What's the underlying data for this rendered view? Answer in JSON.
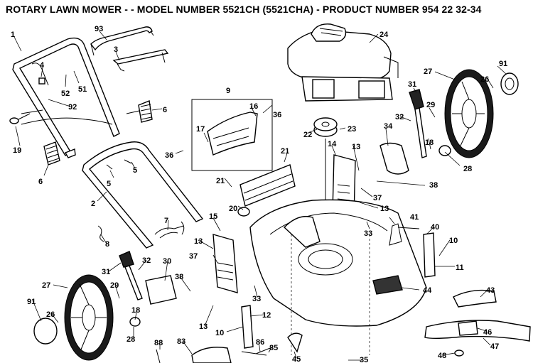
{
  "title": "ROTARY LAWN MOWER - - MODEL NUMBER 5521CH (5521CHA) - PRODUCT NUMBER 954 22 32-34",
  "callouts": [
    {
      "id": "c1",
      "text": "1"
    },
    {
      "id": "c93",
      "text": "93"
    },
    {
      "id": "c3",
      "text": "3"
    },
    {
      "id": "c4",
      "text": "4"
    },
    {
      "id": "c52",
      "text": "52"
    },
    {
      "id": "c51",
      "text": "51"
    },
    {
      "id": "c92",
      "text": "92"
    },
    {
      "id": "c6a",
      "text": "6"
    },
    {
      "id": "c19",
      "text": "19"
    },
    {
      "id": "c6b",
      "text": "6"
    },
    {
      "id": "c24",
      "text": "24"
    },
    {
      "id": "c91a",
      "text": "91"
    },
    {
      "id": "c27a",
      "text": "27"
    },
    {
      "id": "c26a",
      "text": "26"
    },
    {
      "id": "c9",
      "text": "9"
    },
    {
      "id": "c16",
      "text": "16"
    },
    {
      "id": "c36a",
      "text": "36"
    },
    {
      "id": "c17",
      "text": "17"
    },
    {
      "id": "c36b",
      "text": "36"
    },
    {
      "id": "c31a",
      "text": "31"
    },
    {
      "id": "c32a",
      "text": "32"
    },
    {
      "id": "c29a",
      "text": "29"
    },
    {
      "id": "c22",
      "text": "22"
    },
    {
      "id": "c23",
      "text": "23"
    },
    {
      "id": "c34",
      "text": "34"
    },
    {
      "id": "c18a",
      "text": "18"
    },
    {
      "id": "c28a",
      "text": "28"
    },
    {
      "id": "c5a",
      "text": "5"
    },
    {
      "id": "c5b",
      "text": "5"
    },
    {
      "id": "c21a",
      "text": "21"
    },
    {
      "id": "c14",
      "text": "14"
    },
    {
      "id": "c13a",
      "text": "13"
    },
    {
      "id": "c21b",
      "text": "21"
    },
    {
      "id": "c38a",
      "text": "38"
    },
    {
      "id": "c37a",
      "text": "37"
    },
    {
      "id": "c13b",
      "text": "13"
    },
    {
      "id": "c2",
      "text": "2"
    },
    {
      "id": "c20",
      "text": "20"
    },
    {
      "id": "c15",
      "text": "15"
    },
    {
      "id": "c41",
      "text": "41"
    },
    {
      "id": "c7",
      "text": "7"
    },
    {
      "id": "c33a",
      "text": "33"
    },
    {
      "id": "c40",
      "text": "40"
    },
    {
      "id": "c8",
      "text": "8"
    },
    {
      "id": "c13c",
      "text": "13"
    },
    {
      "id": "c10a",
      "text": "10"
    },
    {
      "id": "c37b",
      "text": "37"
    },
    {
      "id": "c11",
      "text": "11"
    },
    {
      "id": "c31b",
      "text": "31"
    },
    {
      "id": "c32b",
      "text": "32"
    },
    {
      "id": "c30",
      "text": "30"
    },
    {
      "id": "c38b",
      "text": "38"
    },
    {
      "id": "c27b",
      "text": "27"
    },
    {
      "id": "c29b",
      "text": "29"
    },
    {
      "id": "c33b",
      "text": "33"
    },
    {
      "id": "c44",
      "text": "44"
    },
    {
      "id": "c43",
      "text": "43"
    },
    {
      "id": "c91b",
      "text": "91"
    },
    {
      "id": "c18b",
      "text": "18"
    },
    {
      "id": "c12",
      "text": "12"
    },
    {
      "id": "c26b",
      "text": "26"
    },
    {
      "id": "c13d",
      "text": "13"
    },
    {
      "id": "c28b",
      "text": "28"
    },
    {
      "id": "c10b",
      "text": "10"
    },
    {
      "id": "c46",
      "text": "46"
    },
    {
      "id": "c47",
      "text": "47"
    },
    {
      "id": "c88",
      "text": "88"
    },
    {
      "id": "c83",
      "text": "83"
    },
    {
      "id": "c86",
      "text": "86"
    },
    {
      "id": "c85",
      "text": "85"
    },
    {
      "id": "c45",
      "text": "45"
    },
    {
      "id": "c35",
      "text": "35"
    },
    {
      "id": "c48",
      "text": "48"
    }
  ]
}
